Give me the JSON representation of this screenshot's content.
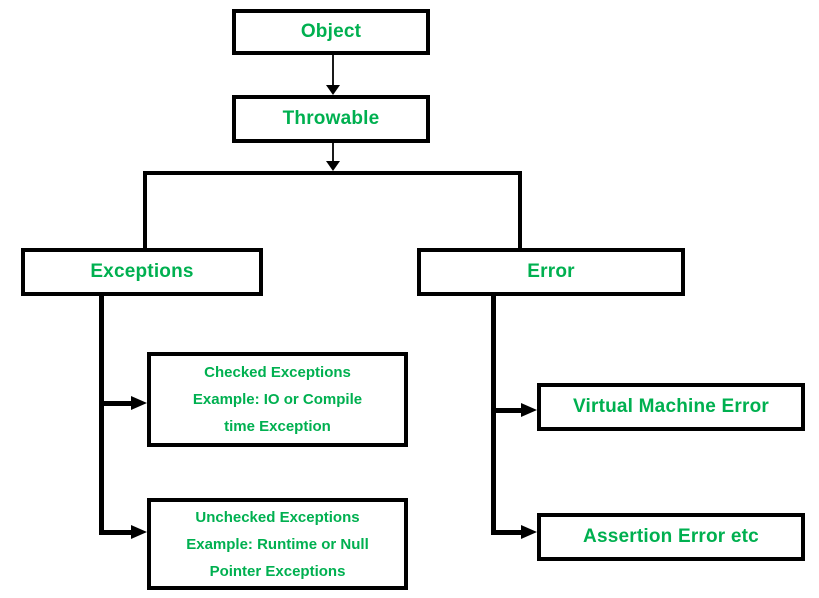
{
  "diagram": {
    "type": "hierarchy-flowchart",
    "topic": "Exception hierarchy",
    "colors": {
      "text": "#00B050",
      "border": "#000000",
      "connector": "#000000",
      "background": "#FFFFFF"
    },
    "nodes": {
      "object": {
        "label": "Object"
      },
      "throwable": {
        "label": "Throwable"
      },
      "exceptions": {
        "label": "Exceptions"
      },
      "error": {
        "label": "Error"
      },
      "checked_exceptions": {
        "lines": [
          "Checked Exceptions",
          "Example: IO or Compile",
          "time Exception"
        ]
      },
      "unchecked_exceptions": {
        "lines": [
          "Unchecked Exceptions",
          "Example: Runtime or Null",
          "Pointer Exceptions"
        ]
      },
      "virtual_machine_error": {
        "label": "Virtual Machine Error"
      },
      "assertion_error": {
        "label": "Assertion Error etc"
      }
    },
    "edges": [
      {
        "from": "Object",
        "to": "Throwable"
      },
      {
        "from": "Throwable",
        "to": "Exceptions"
      },
      {
        "from": "Throwable",
        "to": "Error"
      },
      {
        "from": "Exceptions",
        "to": "Checked Exceptions"
      },
      {
        "from": "Exceptions",
        "to": "Unchecked Exceptions"
      },
      {
        "from": "Error",
        "to": "Virtual Machine Error"
      },
      {
        "from": "Error",
        "to": "Assertion Error etc"
      }
    ]
  }
}
